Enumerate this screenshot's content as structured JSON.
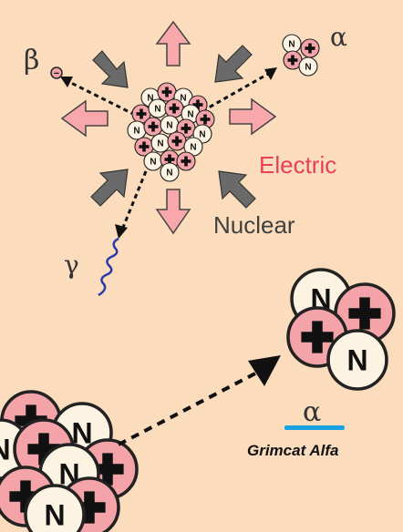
{
  "labels": {
    "beta": "β",
    "alpha_top": "α",
    "electric": "Electric",
    "nuclear": "Nuclear",
    "gamma": "γ",
    "alpha_bottom": "α",
    "caption": "Grimcat Alfa"
  },
  "particle_glyphs": {
    "neutron": "N",
    "proton": "+",
    "electron": "−"
  },
  "colors": {
    "background": "#fbdcbc",
    "proton_fill": "#f4a3a8",
    "neutron_fill": "#fdf3e3",
    "electric_arrow": "#f8a8aa",
    "nuclear_arrow": "#6a6a6a",
    "electric_text": "#e8405a",
    "nuclear_text": "#404040",
    "gamma_wave": "#2b3aa8",
    "underline": "#1aa3e0"
  }
}
